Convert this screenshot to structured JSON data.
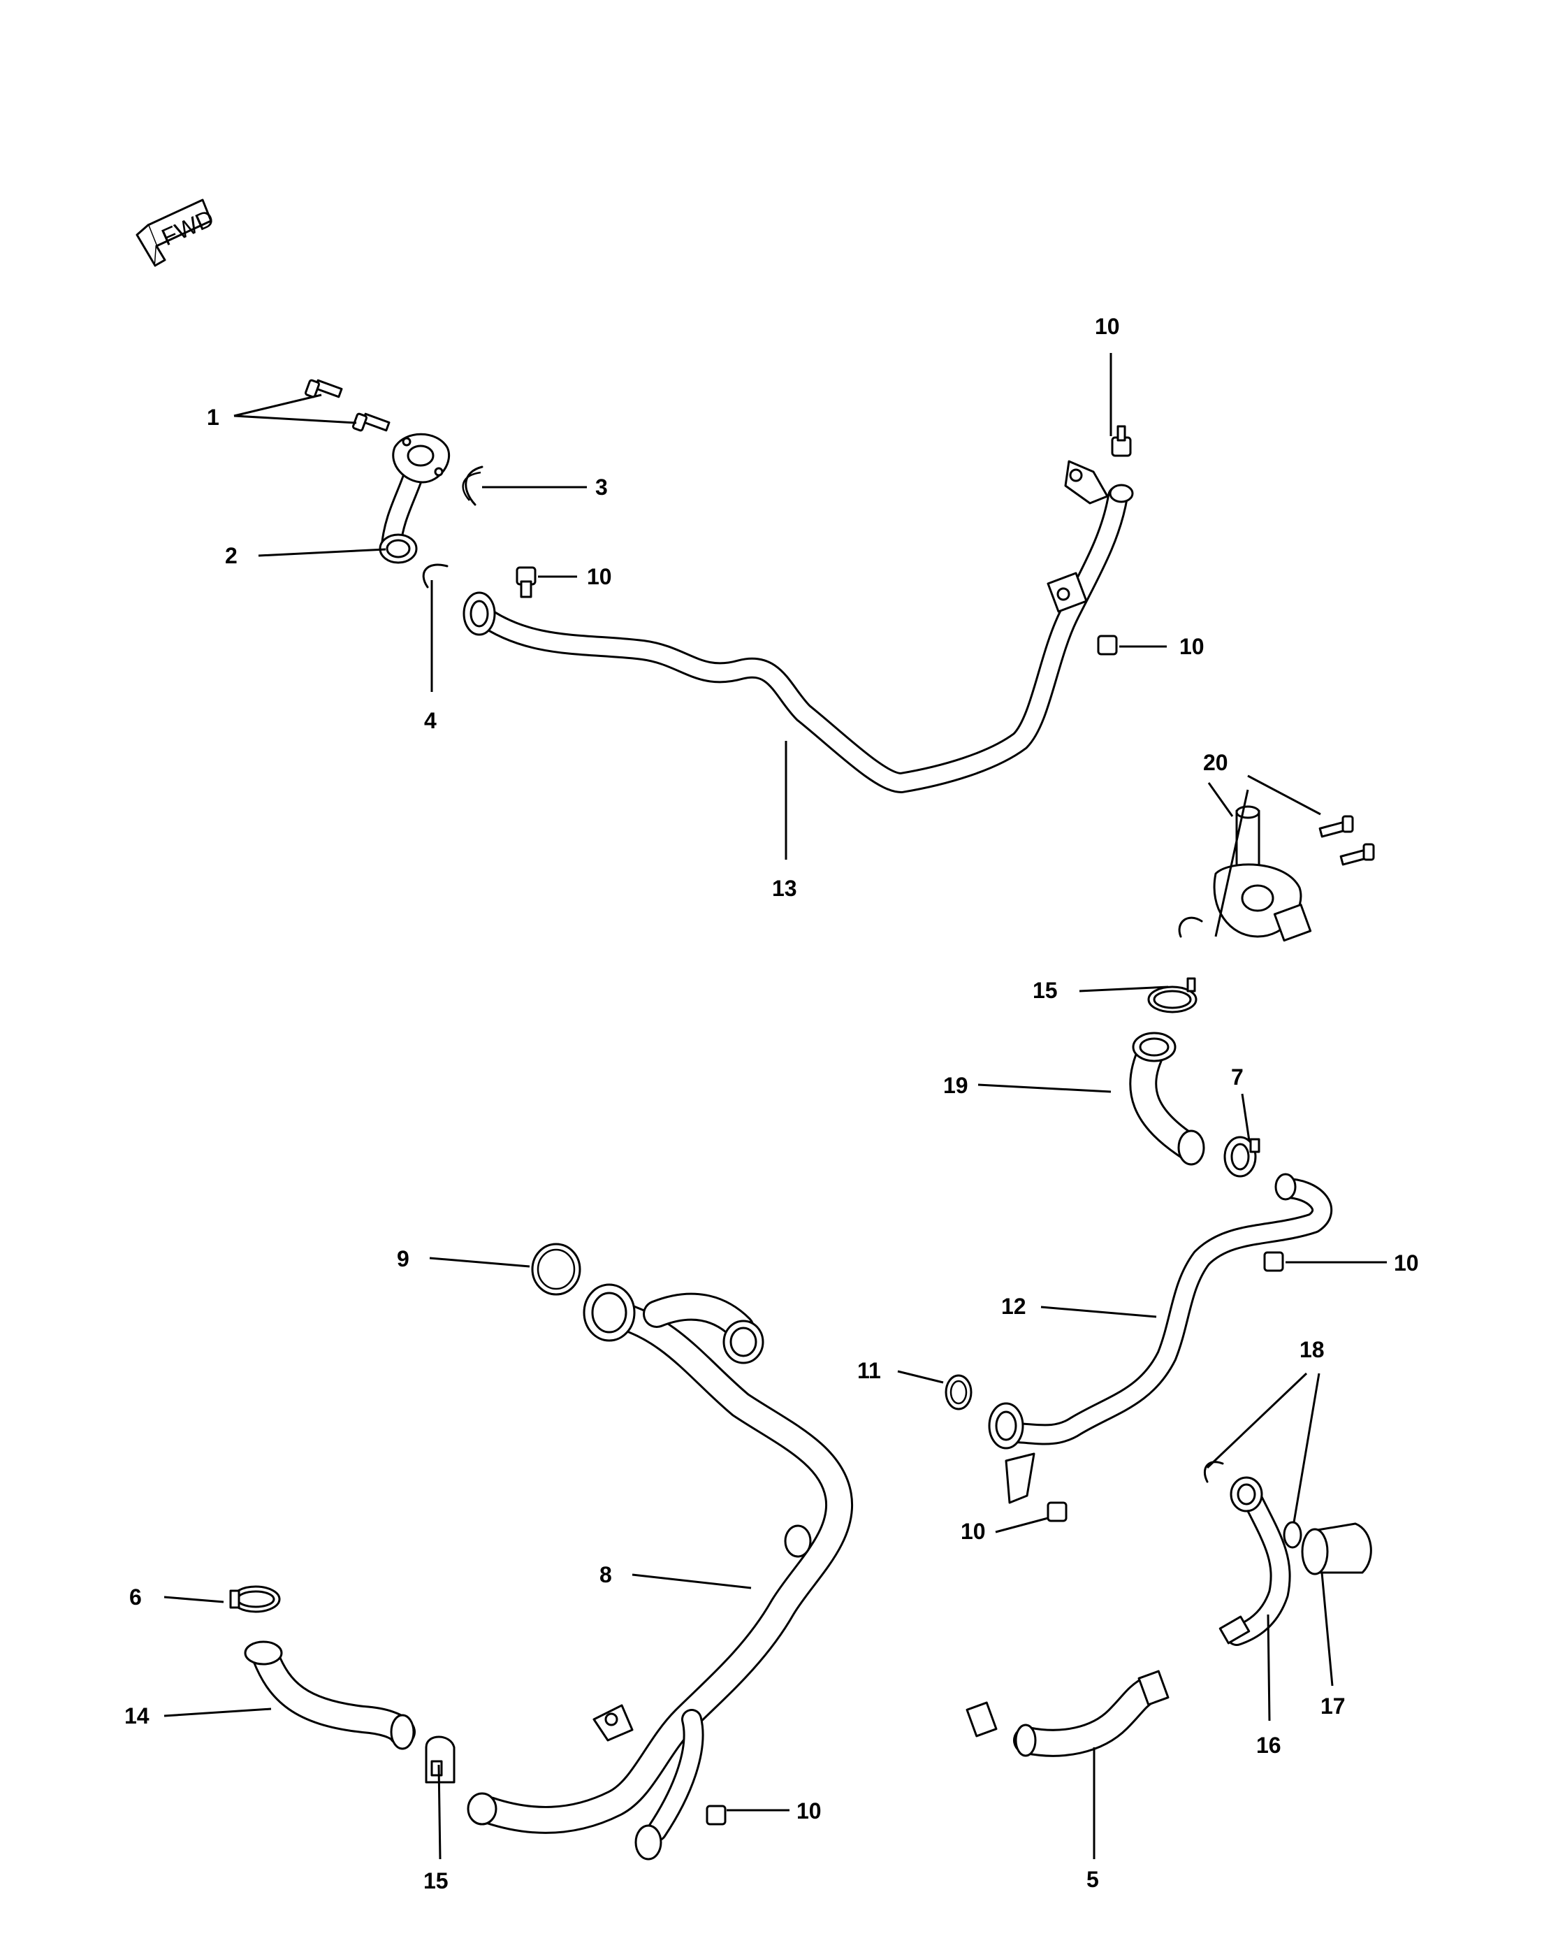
{
  "diagram": {
    "orientation_label": "FWD",
    "callouts": [
      {
        "id": "c1",
        "label": "1"
      },
      {
        "id": "c2",
        "label": "2"
      },
      {
        "id": "c3",
        "label": "3"
      },
      {
        "id": "c4",
        "label": "4"
      },
      {
        "id": "c5",
        "label": "5"
      },
      {
        "id": "c6",
        "label": "6"
      },
      {
        "id": "c7",
        "label": "7"
      },
      {
        "id": "c8",
        "label": "8"
      },
      {
        "id": "c9",
        "label": "9"
      },
      {
        "id": "c10a",
        "label": "10"
      },
      {
        "id": "c10b",
        "label": "10"
      },
      {
        "id": "c10c",
        "label": "10"
      },
      {
        "id": "c10d",
        "label": "10"
      },
      {
        "id": "c10e",
        "label": "10"
      },
      {
        "id": "c10f",
        "label": "10"
      },
      {
        "id": "c11",
        "label": "11"
      },
      {
        "id": "c12",
        "label": "12"
      },
      {
        "id": "c13",
        "label": "13"
      },
      {
        "id": "c14",
        "label": "14"
      },
      {
        "id": "c15a",
        "label": "15"
      },
      {
        "id": "c15b",
        "label": "15"
      },
      {
        "id": "c16",
        "label": "16"
      },
      {
        "id": "c17",
        "label": "17"
      },
      {
        "id": "c18",
        "label": "18"
      },
      {
        "id": "c19",
        "label": "19"
      },
      {
        "id": "c20",
        "label": "20"
      }
    ]
  }
}
